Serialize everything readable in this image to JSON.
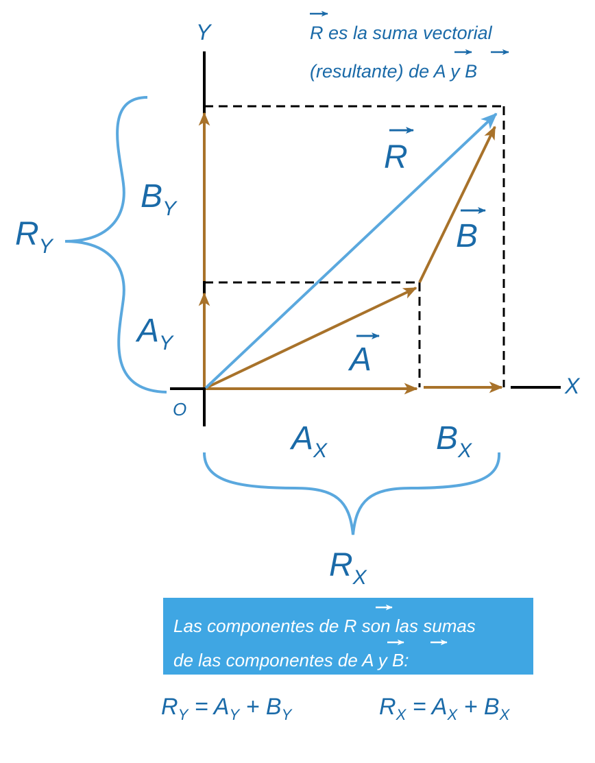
{
  "colors": {
    "brown_vector": "#a8722a",
    "blue_vector": "#5aa8de",
    "label_blue": "#1a6aa8",
    "box_blue": "#3fa6e3",
    "axis": "#000000"
  },
  "axes": {
    "y": "Y",
    "x": "X",
    "origin": "O"
  },
  "note": {
    "line1_sym": "R",
    "line1_text": " es la suma vectorial",
    "line2_text": "(resultante) de ",
    "line2_a": "A",
    "line2_y": " y ",
    "line2_b": "B"
  },
  "vectors": {
    "r": "R",
    "a": "A",
    "b": "B"
  },
  "components": {
    "by_main": "B",
    "by_sub": "Y",
    "ay_main": "A",
    "ay_sub": "Y",
    "ax_main": "A",
    "ax_sub": "X",
    "bx_main": "B",
    "bx_sub": "X",
    "ry_main": "R",
    "ry_sub": "Y",
    "rx_main": "R",
    "rx_sub": "X"
  },
  "box": {
    "line1_pre": "Las componentes de ",
    "line1_sym": "R",
    "line1_post": " son las sumas",
    "line2_pre": "de las componentes de ",
    "line2_a": "A",
    "line2_y": " y ",
    "line2_b": "B",
    "line2_post": ":"
  },
  "equations": {
    "ry": {
      "lhs": "R",
      "lhs_sub": "Y",
      "eq": " = ",
      "a": "A",
      "a_sub": "Y",
      "plus": " + ",
      "b": "B",
      "b_sub": "Y"
    },
    "rx": {
      "lhs": "R",
      "lhs_sub": "X",
      "eq": " = ",
      "a": "A",
      "a_sub": "X",
      "plus": " + ",
      "b": "B",
      "b_sub": "X"
    }
  }
}
